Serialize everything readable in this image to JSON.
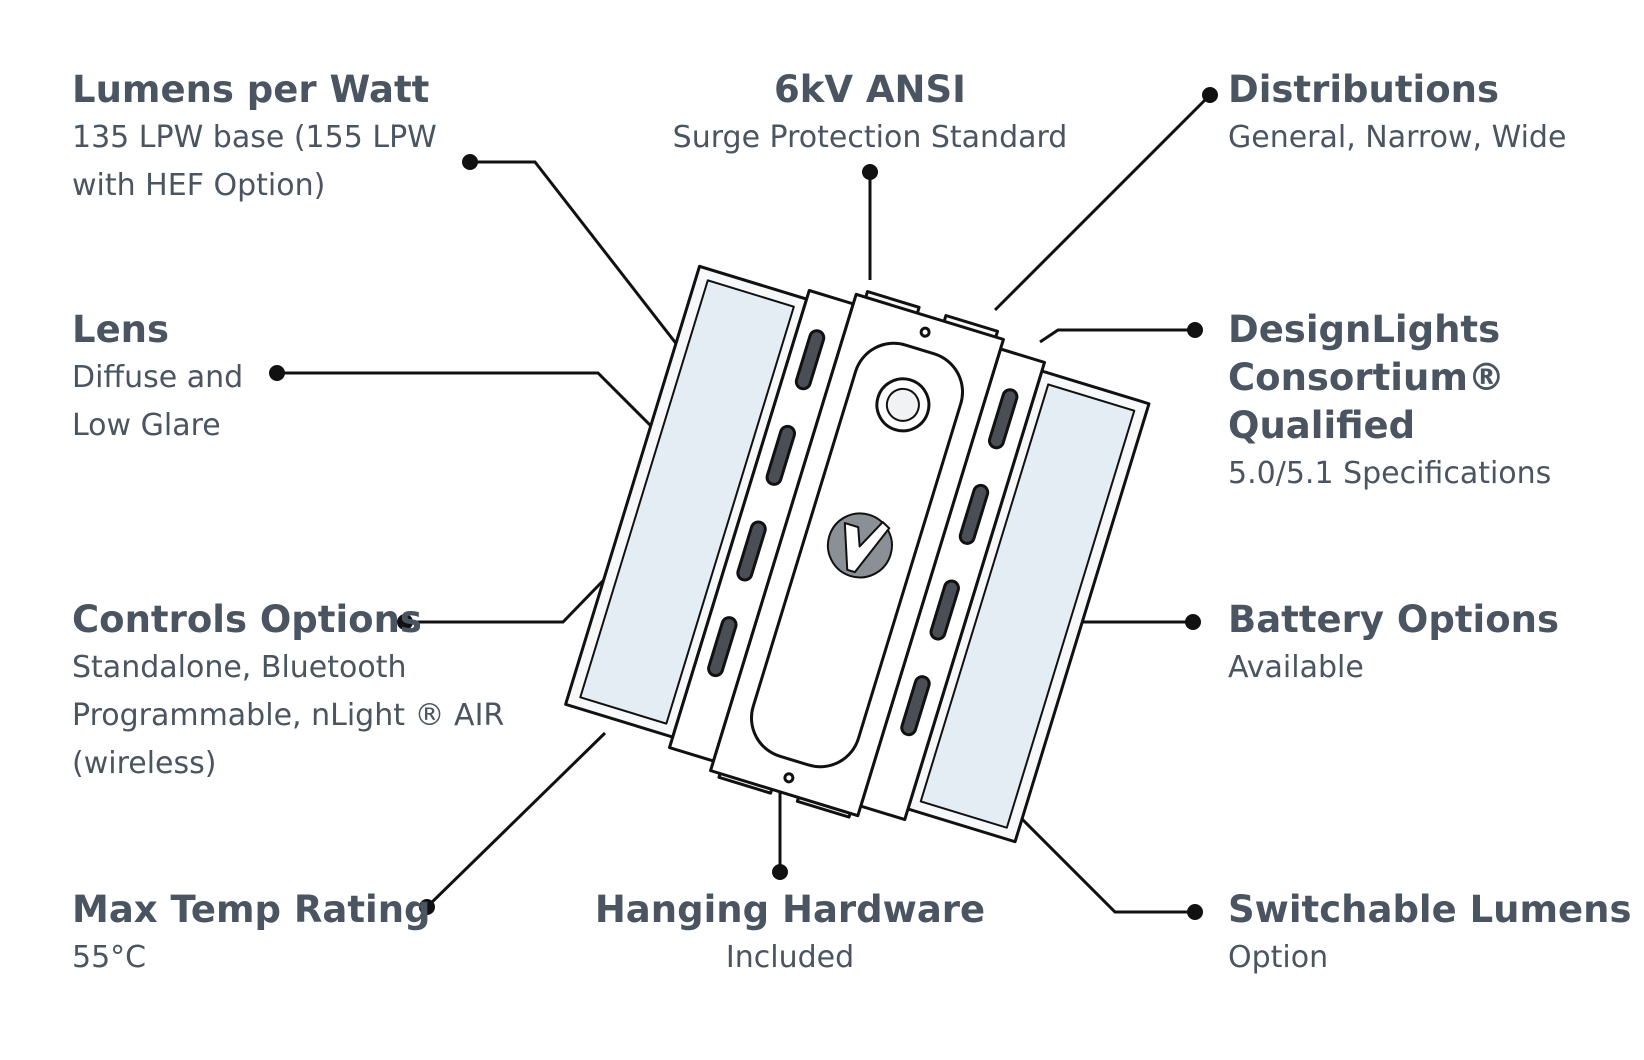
{
  "callouts": {
    "lumens": {
      "title": "Lumens per Watt",
      "desc1": "135 LPW base (155 LPW",
      "desc2": "with HEF Option)"
    },
    "ansi": {
      "title": "6kV ANSI",
      "desc1": "Surge Protection Standard"
    },
    "distributions": {
      "title": "Distributions",
      "desc1": "General, Narrow, Wide"
    },
    "lens": {
      "title": "Lens",
      "desc1": "Diffuse and",
      "desc2": "Low Glare"
    },
    "designlights": {
      "title1": "DesignLights",
      "title2": "Consortium®",
      "title3": "Qualified",
      "desc1": "5.0/5.1 Specifications"
    },
    "controls": {
      "title": "Controls Options",
      "desc1": "Standalone, Bluetooth",
      "desc2": "Programmable, nLight ® AIR",
      "desc3": "(wireless)"
    },
    "battery": {
      "title": "Battery Options",
      "desc1": "Available"
    },
    "maxtemp": {
      "title": "Max Temp Rating",
      "desc1": "55°C"
    },
    "hanging": {
      "title": "Hanging Hardware",
      "desc1": "Included"
    },
    "switchable": {
      "title": "Switchable Lumens",
      "desc1": "Option"
    }
  },
  "colors": {
    "text": "#4a5561",
    "line": "#111111",
    "lens": "#e4edf3",
    "frame": "#f6f8fa"
  },
  "icons": {
    "logo": "v-logo-icon",
    "sensor": "sensor-icon"
  }
}
